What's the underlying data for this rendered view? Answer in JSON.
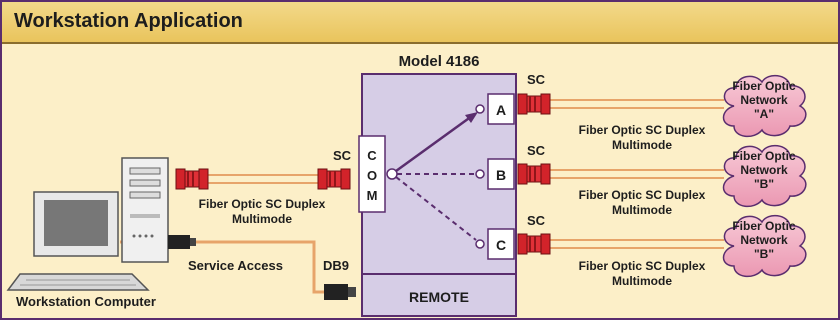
{
  "title": "Workstation Application",
  "device": {
    "model": "Model 4186",
    "com_label": "COM",
    "com_letters": [
      "C",
      "O",
      "M"
    ],
    "ports": [
      "A",
      "B",
      "C"
    ],
    "remote_label": "REMOTE"
  },
  "connectors": {
    "sc": "SC",
    "db9": "DB9"
  },
  "cable_labels": {
    "duplex_line1": "Fiber Optic SC Duplex",
    "duplex_line2": "Multimode"
  },
  "service_access": "Service Access",
  "computer_label": "Workstation Computer",
  "networks": [
    {
      "line1": "Fiber Optic",
      "line2": "Network",
      "line3": "\"A\""
    },
    {
      "line1": "Fiber Optic",
      "line2": "Network",
      "line3": "\"B\""
    },
    {
      "line1": "Fiber Optic",
      "line2": "Network",
      "line3": "\"B\""
    }
  ],
  "colors": {
    "background": "#fcefc8",
    "device_fill": "#d6cde6",
    "purple": "#5a2d6e",
    "fiber_red": "#d2232a",
    "cloud_pink": "#f3b5c8",
    "cable_orange": "#e7a46a"
  }
}
